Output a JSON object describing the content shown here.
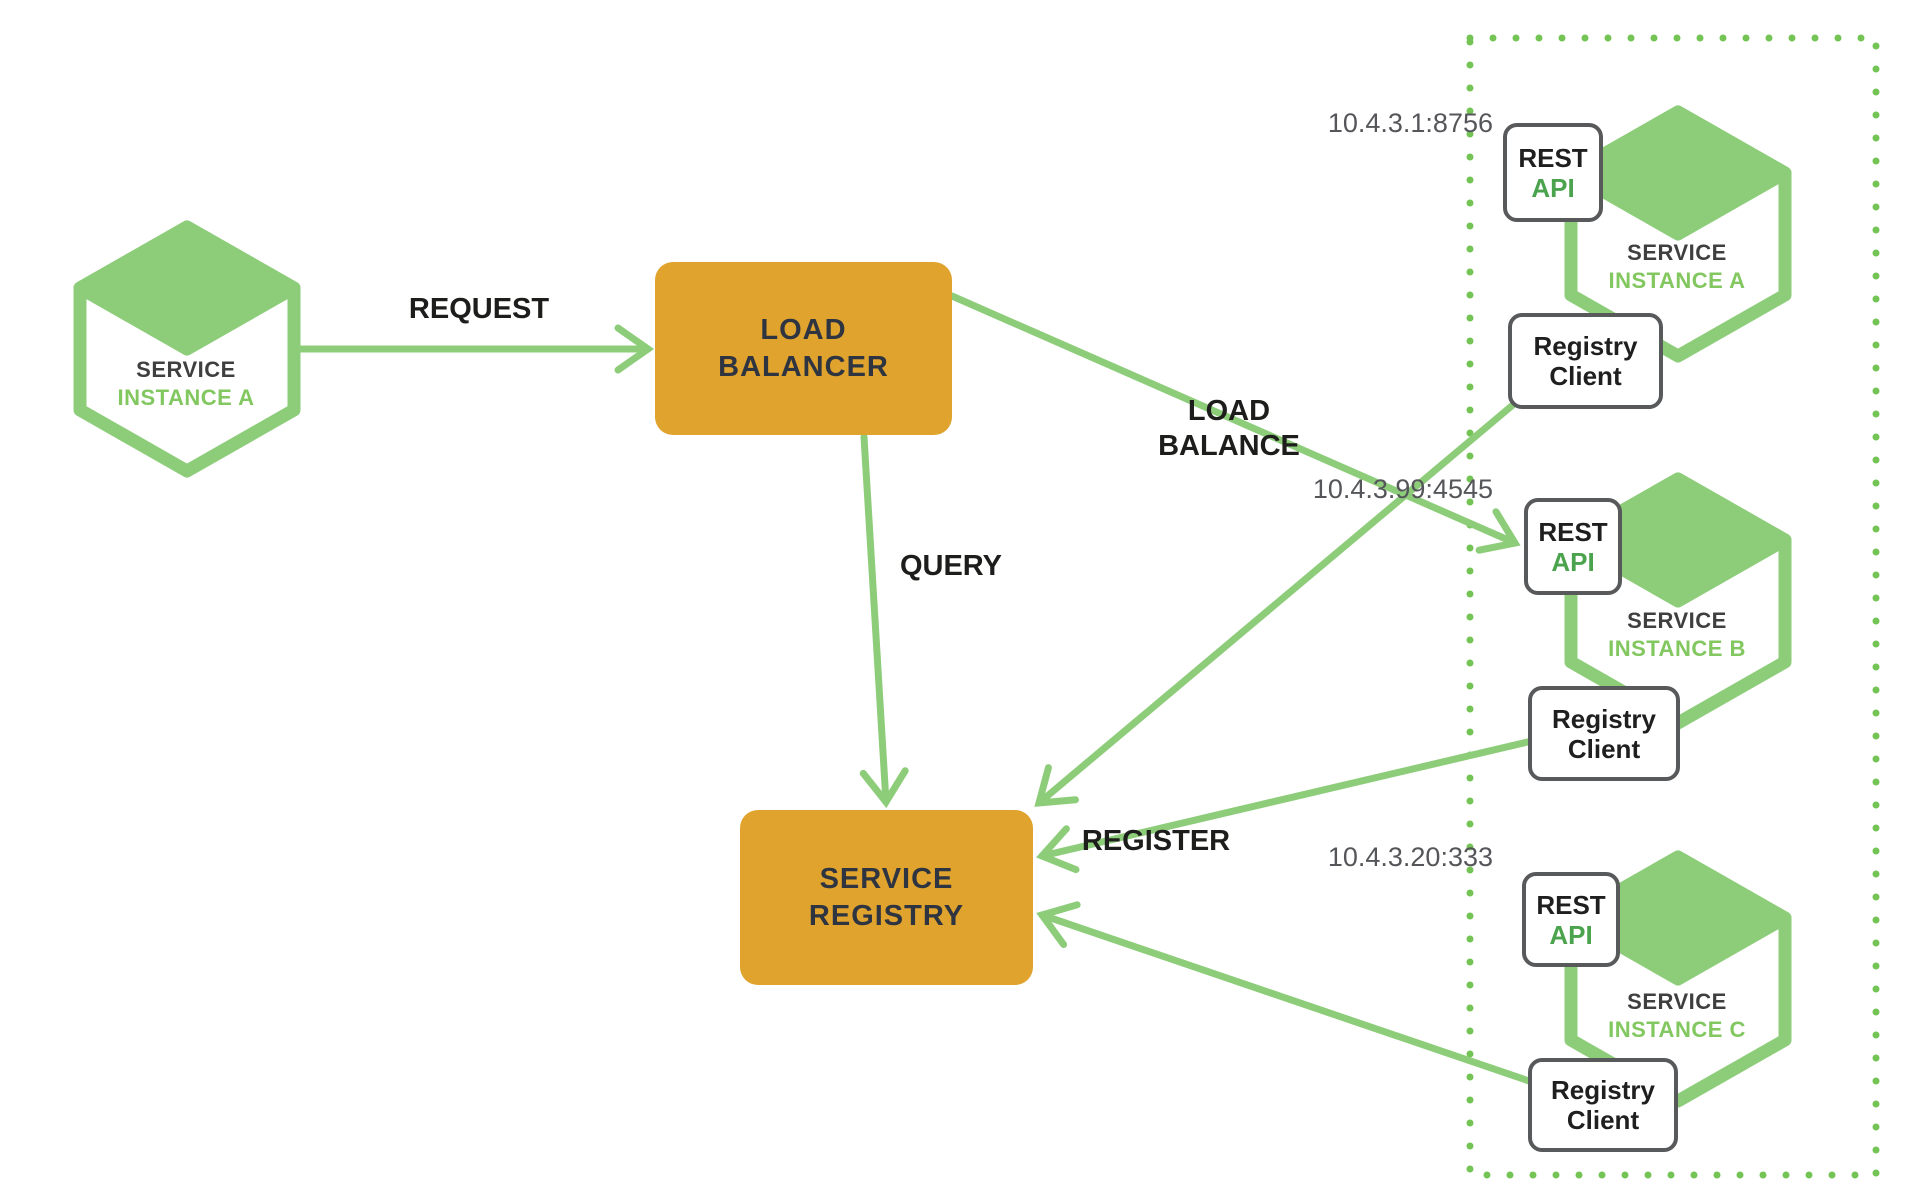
{
  "colors": {
    "green_shape": "#8dcd7a",
    "green_dot": "#74c455",
    "green_text": "#82c75f",
    "green_api": "#4ba34e",
    "orange": "#dfa32e",
    "box_border": "#58595b",
    "dark_text": "#1d1d1b",
    "node_text": "#2e3440",
    "ip_text": "#55565a"
  },
  "left_instance": {
    "line1": "SERVICE",
    "line2": "INSTANCE A"
  },
  "load_balancer": {
    "line1": "LOAD",
    "line2": "BALANCER"
  },
  "service_registry": {
    "line1": "SERVICE",
    "line2": "REGISTRY"
  },
  "edges": {
    "request": "REQUEST",
    "query": "QUERY",
    "load_balance_line1": "LOAD",
    "load_balance_line2": "BALANCE",
    "register": "REGISTER"
  },
  "instances": [
    {
      "ip": "10.4.3.1:8756",
      "service_line1": "SERVICE",
      "service_line2": "INSTANCE A",
      "rest_line1": "REST",
      "rest_line2": "API",
      "registry_line1": "Registry",
      "registry_line2": "Client"
    },
    {
      "ip": "10.4.3.99:4545",
      "service_line1": "SERVICE",
      "service_line2": "INSTANCE B",
      "rest_line1": "REST",
      "rest_line2": "API",
      "registry_line1": "Registry",
      "registry_line2": "Client"
    },
    {
      "ip": "10.4.3.20:333",
      "service_line1": "SERVICE",
      "service_line2": "INSTANCE C",
      "rest_line1": "REST",
      "rest_line2": "API",
      "registry_line1": "Registry",
      "registry_line2": "Client"
    }
  ]
}
